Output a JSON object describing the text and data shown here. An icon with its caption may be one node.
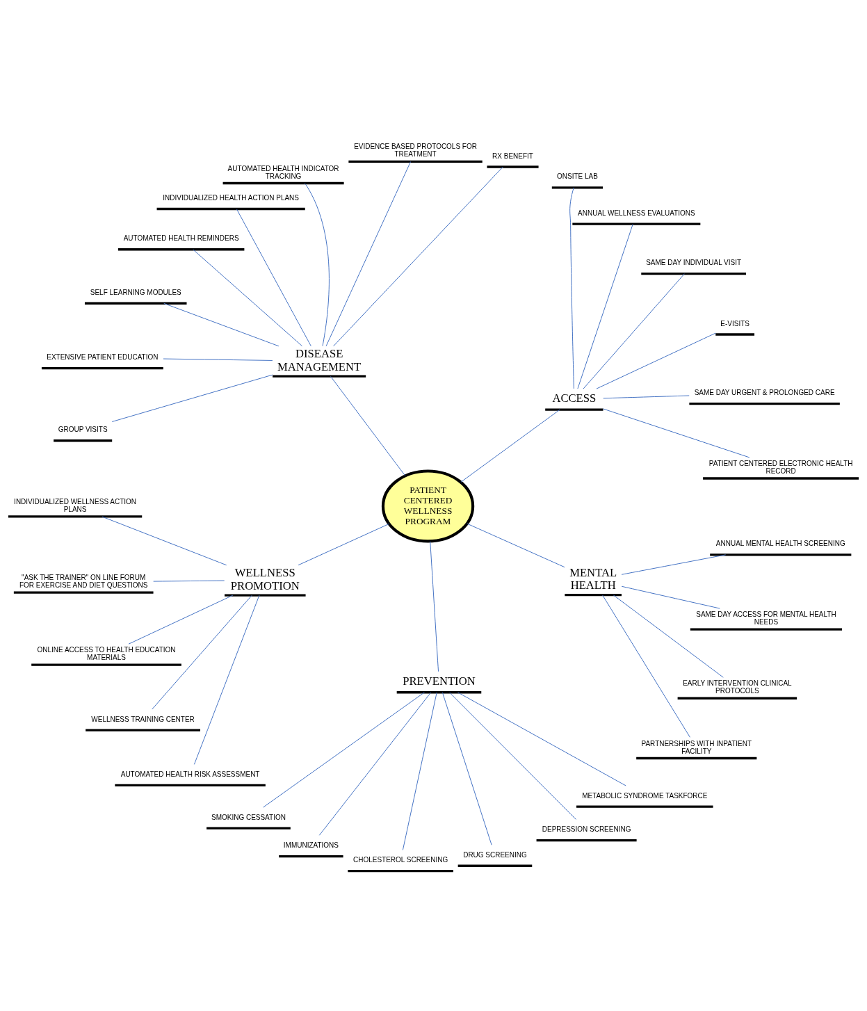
{
  "diagram": {
    "nodes": [
      {
        "text": [
          "PATIENT CENTERED WELLNESS PROGRAM"
        ]
      },
      {
        "text": [
          "ACCESS"
        ]
      },
      {
        "text": [
          "PATIENT CENTERED ELECTRONIC HEALTH RECORD"
        ]
      },
      {
        "text": [
          "SAME DAY URGENT & PROLONGED CARE"
        ]
      },
      {
        "text": [
          "E-VISITS"
        ]
      },
      {
        "text": [
          "SAME DAY INDIVIDUAL VISIT"
        ]
      },
      {
        "text": [
          "ANNUAL WELLNESS EVALUATIONS"
        ]
      },
      {
        "text": [
          "ONSITE LAB"
        ]
      },
      {
        "text": [
          "DISEASE MANAGEMENT"
        ]
      },
      {
        "text": [
          "RX BENEFIT"
        ]
      },
      {
        "text": [
          "EVIDENCE BASED PROTOCOLS FOR TREATMENT"
        ]
      },
      {
        "text": [
          "AUTOMATED HEALTH INDICATOR TRACKING"
        ]
      },
      {
        "text": [
          "INDIVIDUALIZED HEALTH ACTION PLANS"
        ]
      },
      {
        "text": [
          "AUTOMATED HEALTH REMINDERS"
        ]
      },
      {
        "text": [
          "SELF LEARNING MODULES"
        ]
      },
      {
        "text": [
          "EXTENSIVE PATIENT EDUCATION"
        ]
      },
      {
        "text": [
          "GROUP VISITS"
        ]
      },
      {
        "text": [
          "WELLNESS PROMOTION"
        ]
      },
      {
        "text": [
          "INDIVIDUALIZED WELLNESS ACTION PLANS"
        ]
      },
      {
        "text": [
          "\"ASK THE TRAINER\" ON LINE FORUM FOR EXERCISE AND DIET QUESTIONS"
        ]
      },
      {
        "text": [
          "ONLINE ACCESS TO HEALTH EDUCATION MATERIALS"
        ]
      },
      {
        "text": [
          "WELLNESS TRAINING CENTER"
        ]
      },
      {
        "text": [
          "AUTOMATED HEALTH RISK ASSESSMENT"
        ]
      },
      {
        "text": [
          "PREVENTION"
        ]
      },
      {
        "text": [
          "SMOKING CESSATION"
        ]
      },
      {
        "text": [
          "IMMUNIZATIONS"
        ]
      },
      {
        "text": [
          "CHOLESTEROL SCREENING"
        ]
      },
      {
        "text": [
          "DRUG SCREENING"
        ]
      },
      {
        "text": [
          "DEPRESSION SCREENING"
        ]
      },
      {
        "text": [
          "METABOLIC SYNDROME TASKFORCE"
        ]
      },
      {
        "text": [
          "MENTAL HEALTH"
        ]
      },
      {
        "text": [
          "PARTNERSHIPS WITH INPATIENT FACILITY"
        ]
      },
      {
        "text": [
          "EARLY INTERVENTION CLINICAL PROTOCOLS"
        ]
      },
      {
        "text": [
          "SAME DAY ACCESS FOR MENTAL HEALTH NEEDS"
        ]
      },
      {
        "text": [
          "ANNUAL MENTAL HEALTH SCREENING"
        ]
      }
    ],
    "edges": [
      {
        "from": 0,
        "to": 1,
        "arrow": "none"
      },
      {
        "from": 1,
        "to": 2,
        "arrow": "none"
      },
      {
        "from": 1,
        "to": 3,
        "arrow": "none"
      },
      {
        "from": 1,
        "to": 4,
        "arrow": "none"
      },
      {
        "from": 1,
        "to": 5,
        "arrow": "none"
      },
      {
        "from": 1,
        "to": 6,
        "arrow": "none"
      },
      {
        "from": 1,
        "to": 7,
        "arrow": "none"
      },
      {
        "from": 0,
        "to": 8,
        "arrow": "none"
      },
      {
        "from": 8,
        "to": 9,
        "arrow": "none"
      },
      {
        "from": 8,
        "to": 10,
        "arrow": "none"
      },
      {
        "from": 8,
        "to": 11,
        "arrow": "none"
      },
      {
        "from": 8,
        "to": 12,
        "arrow": "none"
      },
      {
        "from": 8,
        "to": 13,
        "arrow": "none"
      },
      {
        "from": 8,
        "to": 14,
        "arrow": "none"
      },
      {
        "from": 8,
        "to": 15,
        "arrow": "none"
      },
      {
        "from": 8,
        "to": 16,
        "arrow": "none"
      },
      {
        "from": 0,
        "to": 17,
        "arrow": "none"
      },
      {
        "from": 17,
        "to": 18,
        "arrow": "none"
      },
      {
        "from": 17,
        "to": 19,
        "arrow": "none"
      },
      {
        "from": 17,
        "to": 20,
        "arrow": "none"
      },
      {
        "from": 17,
        "to": 21,
        "arrow": "none"
      },
      {
        "from": 17,
        "to": 22,
        "arrow": "none"
      },
      {
        "from": 0,
        "to": 23,
        "arrow": "none"
      },
      {
        "from": 23,
        "to": 24,
        "arrow": "none"
      },
      {
        "from": 23,
        "to": 25,
        "arrow": "none"
      },
      {
        "from": 23,
        "to": 26,
        "arrow": "none"
      },
      {
        "from": 23,
        "to": 27,
        "arrow": "none"
      },
      {
        "from": 23,
        "to": 28,
        "arrow": "none"
      },
      {
        "from": 23,
        "to": 29,
        "arrow": "none"
      },
      {
        "from": 0,
        "to": 30,
        "arrow": "none"
      },
      {
        "from": 30,
        "to": 31,
        "arrow": "none"
      },
      {
        "from": 30,
        "to": 32,
        "arrow": "none"
      },
      {
        "from": 30,
        "to": 33,
        "arrow": "none"
      },
      {
        "from": 30,
        "to": 34,
        "arrow": "none"
      }
    ]
  }
}
